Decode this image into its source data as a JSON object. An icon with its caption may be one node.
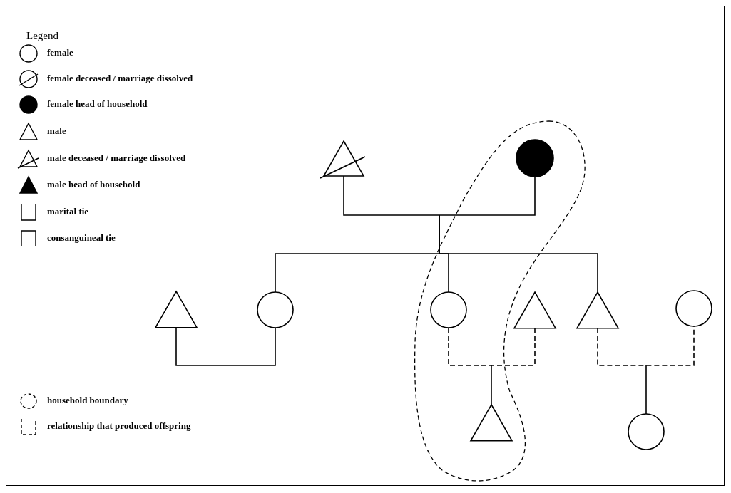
{
  "diagram": {
    "nodes": [
      {
        "text": [],
        "shape": "triangle"
      },
      {
        "text": [],
        "shape": "circle"
      },
      {
        "text": [],
        "shape": "triangle"
      },
      {
        "text": [],
        "shape": "circle"
      },
      {
        "text": [],
        "shape": "circle"
      },
      {
        "text": [],
        "shape": "triangle"
      },
      {
        "text": [],
        "shape": "triangle"
      },
      {
        "text": [],
        "shape": "circle"
      },
      {
        "text": [],
        "shape": "triangle"
      },
      {
        "text": [],
        "shape": "circle"
      }
    ],
    "edges": [
      {
        "from": 0,
        "to": 1,
        "arrow": "none"
      },
      {
        "from": null,
        "to": 3,
        "arrow": "none"
      },
      {
        "from": null,
        "to": 4,
        "arrow": "none"
      },
      {
        "from": null,
        "to": 6,
        "arrow": "none"
      },
      {
        "from": 2,
        "to": 3,
        "arrow": "none"
      },
      {
        "from": 4,
        "to": 5,
        "arrow": "none",
        "style": "dashed"
      },
      {
        "from": null,
        "to": 8,
        "arrow": "none"
      },
      {
        "from": 6,
        "to": 7,
        "arrow": "none",
        "style": "dashed"
      },
      {
        "from": null,
        "to": 9,
        "arrow": "none"
      }
    ],
    "labels": [
      "Legend"
    ],
    "legend": [
      {
        "text": "female"
      },
      {
        "text": "female deceased / marriage dissolved"
      },
      {
        "text": "female head of household"
      },
      {
        "text": "male"
      },
      {
        "text": "male deceased / marriage dissolved"
      },
      {
        "text": "male head of household"
      },
      {
        "text": "marital tie"
      },
      {
        "text": "consanguineal tie"
      },
      {
        "text": "household boundary"
      },
      {
        "text": "relationship that produced offspring"
      }
    ]
  }
}
